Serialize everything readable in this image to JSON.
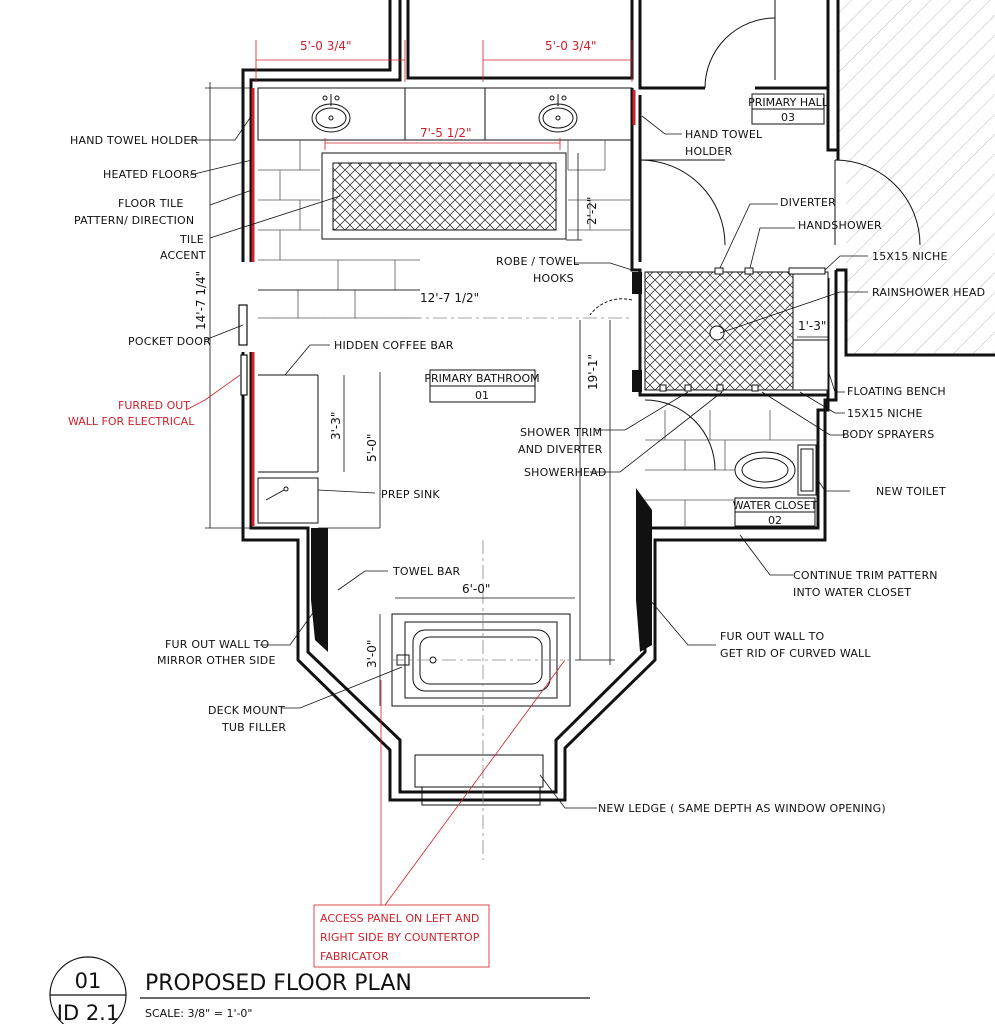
{
  "labels": {
    "hand_towel_left": "HAND TOWEL HOLDER",
    "heated_floors": "HEATED FLOORS",
    "floor_tile_1": "FLOOR TILE",
    "floor_tile_2": "PATTERN/ DIRECTION",
    "tile_accent_1": "TILE",
    "tile_accent_2": "ACCENT",
    "pocket_door": "POCKET DOOR",
    "furred_1": "FURRED OUT",
    "furred_2": "WALL FOR ELECTRICAL",
    "hidden_coffee": "HIDDEN COFFEE BAR",
    "prep_sink": "PREP SINK",
    "towel_bar": "TOWEL BAR",
    "fur_left_1": "FUR OUT WALL TO",
    "fur_left_2": "MIRROR OTHER SIDE",
    "deck_1": "DECK MOUNT",
    "deck_2": "TUB FILLER",
    "hand_towel_right_1": "HAND TOWEL",
    "hand_towel_right_2": "HOLDER",
    "diverter": "DIVERTER",
    "handshower": "HANDSHOWER",
    "niche_top": "15X15 NICHE",
    "rainshower": "RAINSHOWER HEAD",
    "robe_1": "ROBE / TOWEL",
    "robe_2": "HOOKS",
    "floating_bench": "FLOATING BENCH",
    "niche_bottom": "15X15 NICHE",
    "body_sprayers": "BODY SPRAYERS",
    "shower_trim_1": "SHOWER TRIM",
    "shower_trim_2": "AND DIVERTER",
    "showerhead": "SHOWERHEAD",
    "new_toilet": "NEW TOILET",
    "continue_1": "CONTINUE TRIM PATTERN",
    "continue_2": "INTO WATER CLOSET",
    "fur_right_1": "FUR OUT WALL TO",
    "fur_right_2": "GET RID OF CURVED WALL",
    "new_ledge": "NEW LEDGE ( SAME DEPTH AS WINDOW OPENING)",
    "access_1": "ACCESS PANEL ON LEFT AND",
    "access_2": "RIGHT SIDE BY COUNTERTOP",
    "access_3": "FABRICATOR"
  },
  "rooms": {
    "primary_hall": "PRIMARY HALL",
    "primary_hall_num": "03",
    "primary_bath": "PRIMARY BATHROOM",
    "primary_bath_num": "01",
    "water_closet": "WATER CLOSET",
    "water_closet_num": "02"
  },
  "dims": {
    "vanity_left": "5'-0 3/4\"",
    "vanity_right": "5'-0 3/4\"",
    "rug_width": "7'-5 1/2\"",
    "rug_depth": "2'-2\"",
    "room_width": "12'-7 1/2\"",
    "left_height": "14'-7 1/4\"",
    "right_height": "19'-1\"",
    "coffee_3": "3'-3\"",
    "coffee_5": "5'-0\"",
    "tub_width": "6'-0\"",
    "tub_depth": "3'-0\"",
    "bench": "1'-3\""
  },
  "title_block": {
    "number": "01",
    "sheet": "ID 2.1",
    "title": "PROPOSED FLOOR PLAN",
    "scale": "SCALE: 3/8\" = 1'-0\""
  },
  "colors": {
    "ink": "#111111",
    "redline": "#d0212b"
  }
}
